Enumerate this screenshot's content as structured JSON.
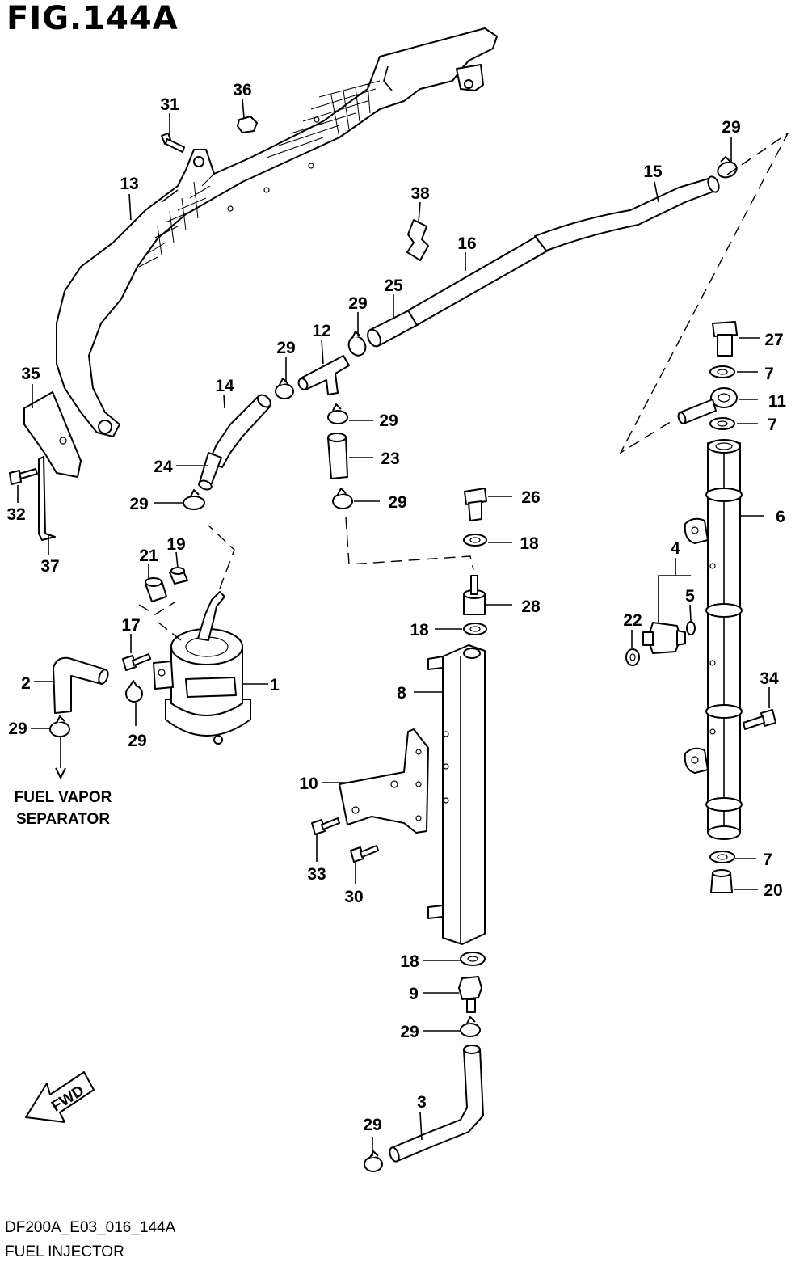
{
  "figure": {
    "title": "FIG.144A",
    "drawing_code": "DF200A_E03_016_144A",
    "name": "FUEL INJECTOR"
  },
  "notes": {
    "separator_line1": "FUEL VAPOR",
    "separator_line2": "SEPARATOR",
    "direction": "FWD"
  },
  "callouts": [
    {
      "id": "c31",
      "label": "31"
    },
    {
      "id": "c36",
      "label": "36"
    },
    {
      "id": "c13",
      "label": "13"
    },
    {
      "id": "c29a",
      "label": "29"
    },
    {
      "id": "c15",
      "label": "15"
    },
    {
      "id": "c38",
      "label": "38"
    },
    {
      "id": "c16",
      "label": "16"
    },
    {
      "id": "c25",
      "label": "25"
    },
    {
      "id": "c29b",
      "label": "29"
    },
    {
      "id": "c12",
      "label": "12"
    },
    {
      "id": "c29c",
      "label": "29"
    },
    {
      "id": "c27",
      "label": "27"
    },
    {
      "id": "c35",
      "label": "35"
    },
    {
      "id": "c14",
      "label": "14"
    },
    {
      "id": "c7a",
      "label": "7"
    },
    {
      "id": "c11",
      "label": "11"
    },
    {
      "id": "c29d",
      "label": "29"
    },
    {
      "id": "c7b",
      "label": "7"
    },
    {
      "id": "c24",
      "label": "24"
    },
    {
      "id": "c23",
      "label": "23"
    },
    {
      "id": "c32",
      "label": "32"
    },
    {
      "id": "c29e",
      "label": "29"
    },
    {
      "id": "c29f",
      "label": "29"
    },
    {
      "id": "c26",
      "label": "26"
    },
    {
      "id": "c6",
      "label": "6"
    },
    {
      "id": "c18a",
      "label": "18"
    },
    {
      "id": "c21",
      "label": "21"
    },
    {
      "id": "c19",
      "label": "19"
    },
    {
      "id": "c37",
      "label": "37"
    },
    {
      "id": "c4",
      "label": "4"
    },
    {
      "id": "c5",
      "label": "5"
    },
    {
      "id": "c28",
      "label": "28"
    },
    {
      "id": "c17",
      "label": "17"
    },
    {
      "id": "c22",
      "label": "22"
    },
    {
      "id": "c18b",
      "label": "18"
    },
    {
      "id": "c34",
      "label": "34"
    },
    {
      "id": "c2",
      "label": "2"
    },
    {
      "id": "c1",
      "label": "1"
    },
    {
      "id": "c8",
      "label": "8"
    },
    {
      "id": "c29g",
      "label": "29"
    },
    {
      "id": "c29h",
      "label": "29"
    },
    {
      "id": "c10",
      "label": "10"
    },
    {
      "id": "c33",
      "label": "33"
    },
    {
      "id": "c30",
      "label": "30"
    },
    {
      "id": "c7c",
      "label": "7"
    },
    {
      "id": "c20",
      "label": "20"
    },
    {
      "id": "c18c",
      "label": "18"
    },
    {
      "id": "c9",
      "label": "9"
    },
    {
      "id": "c29i",
      "label": "29"
    },
    {
      "id": "c3",
      "label": "3"
    },
    {
      "id": "c29j",
      "label": "29"
    }
  ]
}
